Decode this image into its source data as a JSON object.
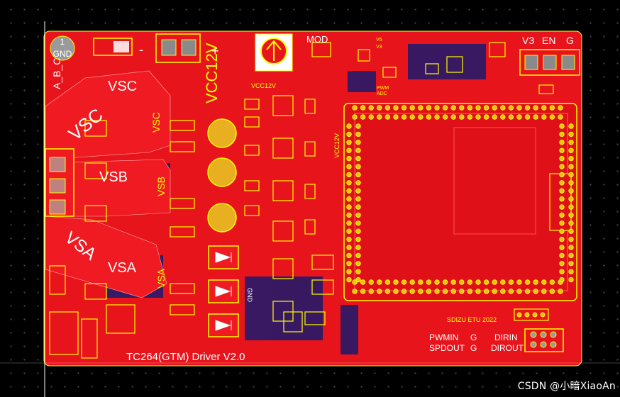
{
  "silkscreen": {
    "gnd_pad": "1",
    "gnd_label": "GND",
    "abc_label": "A_B_C",
    "minus_label": "-",
    "plus_label": "+",
    "vcc12v_large": "VCC12V",
    "vcc12v_small": "VCC12V",
    "vcc12v_right": "VCC12V",
    "mod_label": "MOD",
    "v5_label": "V5",
    "v3_small": "V3",
    "pwm_label": "PWM",
    "adc_label": "ADC",
    "header_v3": "V3",
    "header_en": "EN",
    "header_g": "G",
    "vsc_big": "VSC",
    "vsc_mid": "VSC",
    "vsc_vert": "VSC",
    "vsb_big": "VSB",
    "vsb_vert": "VSB",
    "vsa_big": "VSA",
    "vsa_mid": "VSA",
    "vsa_vert": "VSA",
    "gnd_small": "GND",
    "title": "TC264(GTM)  Driver  V2.0",
    "sdizu": "SDIZU ETU 2022",
    "pwmin": "PWMIN",
    "spdout": "SPDOUT",
    "g1": "G",
    "g2": "G",
    "dirin": "DIRIN",
    "dirout": "DIROUT"
  },
  "watermark": "CSDN @小暗XiaoAn",
  "colors": {
    "board": "#e8141c",
    "copper": "#d70c14",
    "silk": "#ffff00",
    "background": "#000000"
  }
}
